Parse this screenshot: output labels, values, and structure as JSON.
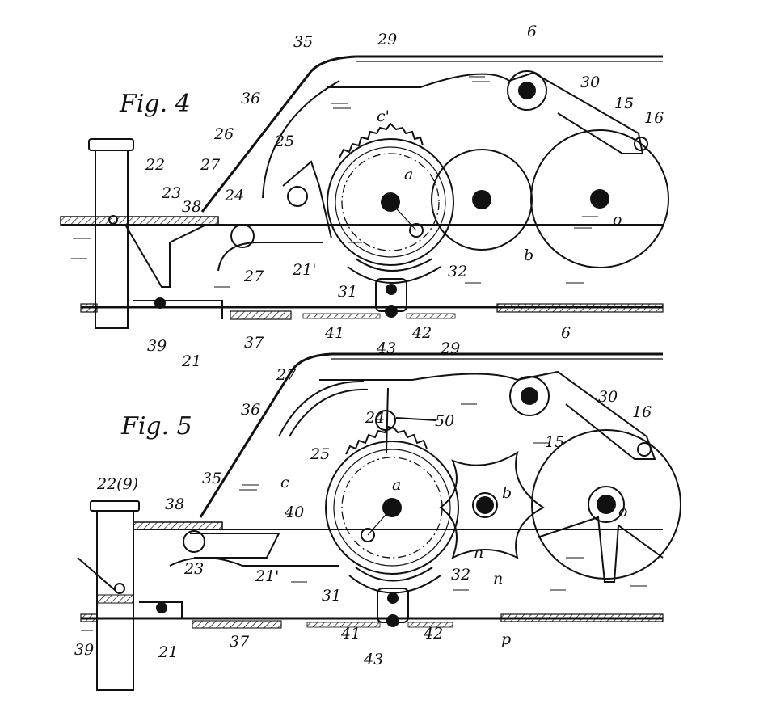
{
  "figures": [
    {
      "title": "Fig. 4",
      "labels": [
        "35",
        "29",
        "6",
        "30",
        "15",
        "16",
        "36",
        "26",
        "27",
        "25",
        "c'",
        "a",
        "22",
        "23",
        "38",
        "24",
        "b",
        "o",
        "21'",
        "27",
        "32",
        "31",
        "39",
        "37",
        "41",
        "43",
        "42",
        "21"
      ]
    },
    {
      "title": "Fig. 5",
      "labels": [
        "29",
        "6",
        "27",
        "30",
        "16",
        "36",
        "24",
        "50",
        "15",
        "25",
        "35",
        "c",
        "a",
        "b",
        "o",
        "22(9)",
        "38",
        "40",
        "n",
        "23",
        "21'",
        "32",
        "n",
        "31",
        "p",
        "39",
        "21",
        "37",
        "41",
        "42",
        "43"
      ]
    }
  ],
  "colors": {
    "ink": "#111111",
    "paper": "#ffffff"
  }
}
